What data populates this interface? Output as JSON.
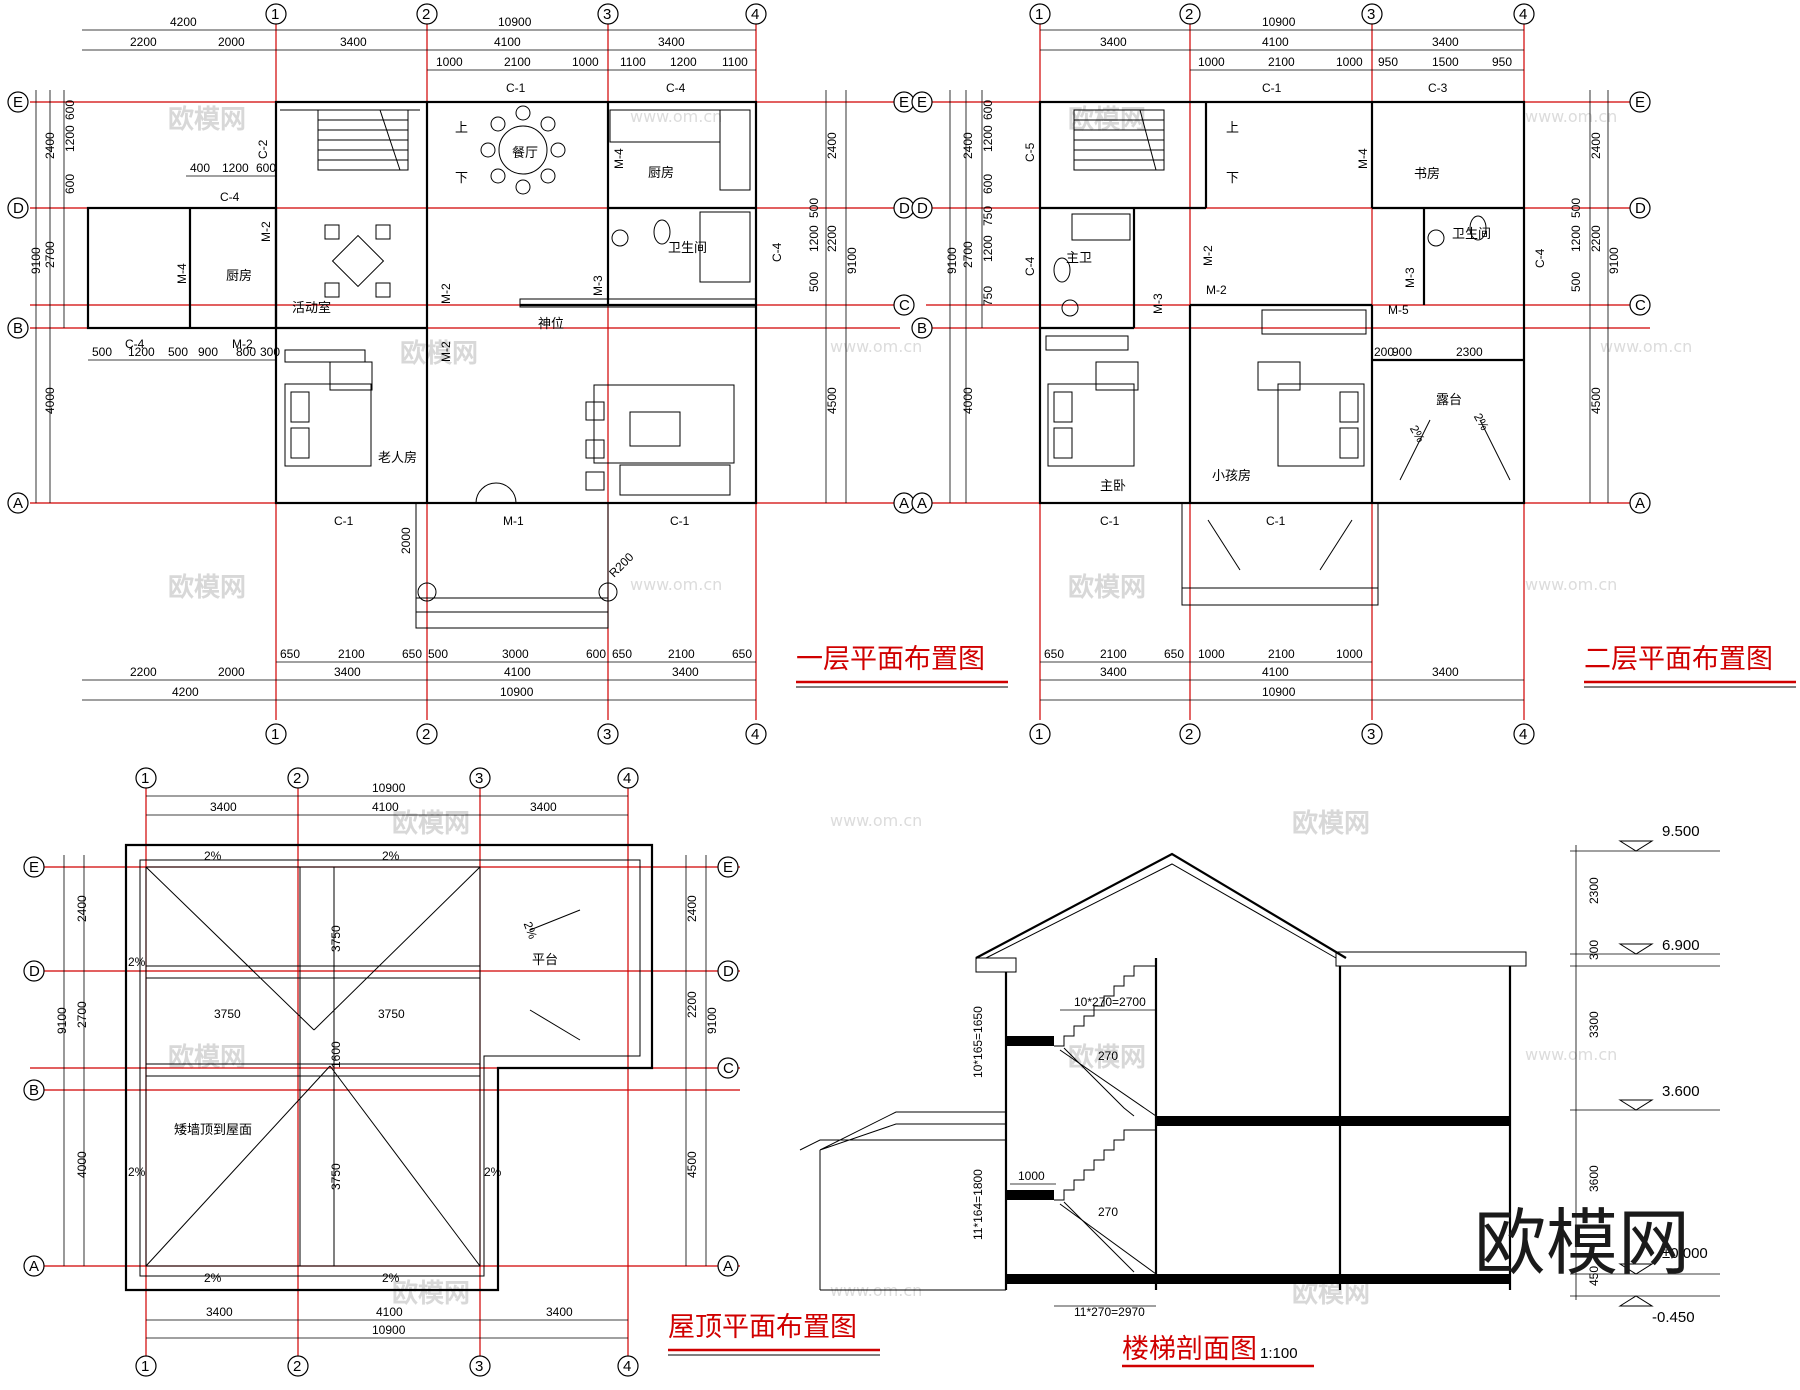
{
  "watermark": {
    "brand": "欧模网",
    "url": "www.om.cn",
    "logo": "欧模网"
  },
  "plan1": {
    "title": "一层平面布置图",
    "axes_x": [
      "1",
      "2",
      "3",
      "4"
    ],
    "axes_y": [
      "A",
      "B",
      "C",
      "D",
      "E"
    ],
    "dims_top_row1": [
      "4200",
      "10900"
    ],
    "dims_top_row2": [
      "2200",
      "2000",
      "3400",
      "4100",
      "3400"
    ],
    "dims_top_row3": [
      "1000",
      "2100",
      "1000",
      "1100",
      "1200",
      "1100"
    ],
    "dims_bottom_row1": [
      "650",
      "2100",
      "650",
      "500",
      "3000",
      "600",
      "650",
      "2100",
      "650"
    ],
    "dims_bottom_row2": [
      "2200",
      "2000",
      "3400",
      "4100",
      "3400"
    ],
    "dims_bottom_row3": [
      "4200",
      "10900"
    ],
    "dims_left": [
      "600",
      "1200",
      "600",
      "2400",
      "2700",
      "9100",
      "4000"
    ],
    "dims_right": [
      "2400",
      "500",
      "1200",
      "2200",
      "500",
      "9100",
      "4500"
    ],
    "dims_mid": [
      "400",
      "1200",
      "600",
      "500",
      "1200",
      "500",
      "900",
      "800",
      "300",
      "2000",
      "R200"
    ],
    "rooms": [
      "餐厅",
      "厨房",
      "卫生间",
      "活动室",
      "厨房",
      "老人房",
      "神位"
    ],
    "windows": [
      "C-1",
      "C-4",
      "C-2",
      "C-4",
      "C-4",
      "C-1",
      "C-1",
      "C-4"
    ],
    "doors": [
      "M-4",
      "M-2",
      "M-4",
      "M-2",
      "M-3",
      "M-2",
      "M-2",
      "M-1"
    ],
    "stair_up": "上",
    "stair_down": "下"
  },
  "plan2": {
    "title": "二层平面布置图",
    "axes_x": [
      "1",
      "2",
      "3",
      "4"
    ],
    "axes_y": [
      "A",
      "B",
      "C",
      "D",
      "E"
    ],
    "dims_top_row1": [
      "10900"
    ],
    "dims_top_row2": [
      "3400",
      "4100",
      "3400"
    ],
    "dims_top_row3": [
      "1000",
      "2100",
      "1000",
      "950",
      "1500",
      "950"
    ],
    "dims_bottom_row1": [
      "650",
      "2100",
      "650",
      "1000",
      "2100",
      "1000"
    ],
    "dims_bottom_row2": [
      "3400",
      "4100",
      "3400"
    ],
    "dims_bottom_row3": [
      "10900"
    ],
    "dims_left": [
      "600",
      "1200",
      "600",
      "2400",
      "750",
      "1200",
      "750",
      "2700",
      "9100",
      "4000"
    ],
    "dims_right": [
      "2400",
      "500",
      "1200",
      "2200",
      "500",
      "9100",
      "4500"
    ],
    "dims_mid": [
      "200",
      "900",
      "2300"
    ],
    "rooms": [
      "书房",
      "卫生间",
      "主卫",
      "主卧",
      "小孩房",
      "露台"
    ],
    "windows": [
      "C-1",
      "C-3",
      "C-5",
      "C-4",
      "C-4",
      "C-1",
      "C-1"
    ],
    "doors": [
      "M-4",
      "M-2",
      "M-3",
      "M-2",
      "M-3",
      "M-5"
    ],
    "slopes": [
      "2%",
      "2%"
    ],
    "stair_up": "上",
    "stair_down": "下"
  },
  "roof": {
    "title": "屋顶平面布置图",
    "axes_x": [
      "1",
      "2",
      "3",
      "4"
    ],
    "axes_y": [
      "A",
      "B",
      "C",
      "D",
      "E"
    ],
    "dims_top": [
      "10900",
      "3400",
      "4100",
      "3400"
    ],
    "dims_bottom": [
      "3400",
      "4100",
      "3400",
      "10900"
    ],
    "dims_left": [
      "2400",
      "2700",
      "9100",
      "4000"
    ],
    "dims_right": [
      "2400",
      "2200",
      "9100",
      "4500"
    ],
    "inner_dims": [
      "3750",
      "3750",
      "3750",
      "1600",
      "3750"
    ],
    "platform": "平台",
    "note": "矮墙顶到屋面",
    "slopes": [
      "2%",
      "2%",
      "2%",
      "2%",
      "2%",
      "2%",
      "2%",
      "2%"
    ]
  },
  "section": {
    "title": "楼梯剖面图",
    "scale": "1:100",
    "stair_labels": [
      "10*270=2700",
      "270",
      "10*165=1650",
      "1000",
      "270",
      "11*164=1800",
      "11*270=2970"
    ],
    "levels": [
      "9.500",
      "6.900",
      "3.600",
      "±0.000",
      "-0.450"
    ],
    "level_dims": [
      "2300",
      "300",
      "3300",
      "3600",
      "450"
    ]
  }
}
